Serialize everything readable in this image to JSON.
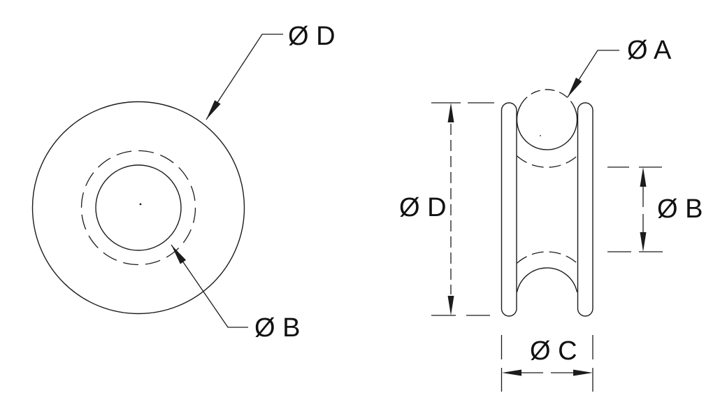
{
  "drawing": {
    "description": "Pulley / sheave dimension drawing, front view and side section view",
    "colors": {
      "background": "#ffffff",
      "line": "#1c1c1c",
      "text": "#111111"
    },
    "front_view": {
      "outer_diameter_label": "Ø D",
      "bore_diameter_label": "Ø B"
    },
    "side_view": {
      "rope_diameter_label": "Ø A",
      "outer_diameter_label": "Ø D",
      "groove_diameter_label": "Ø B",
      "width_label": "Ø C"
    }
  }
}
